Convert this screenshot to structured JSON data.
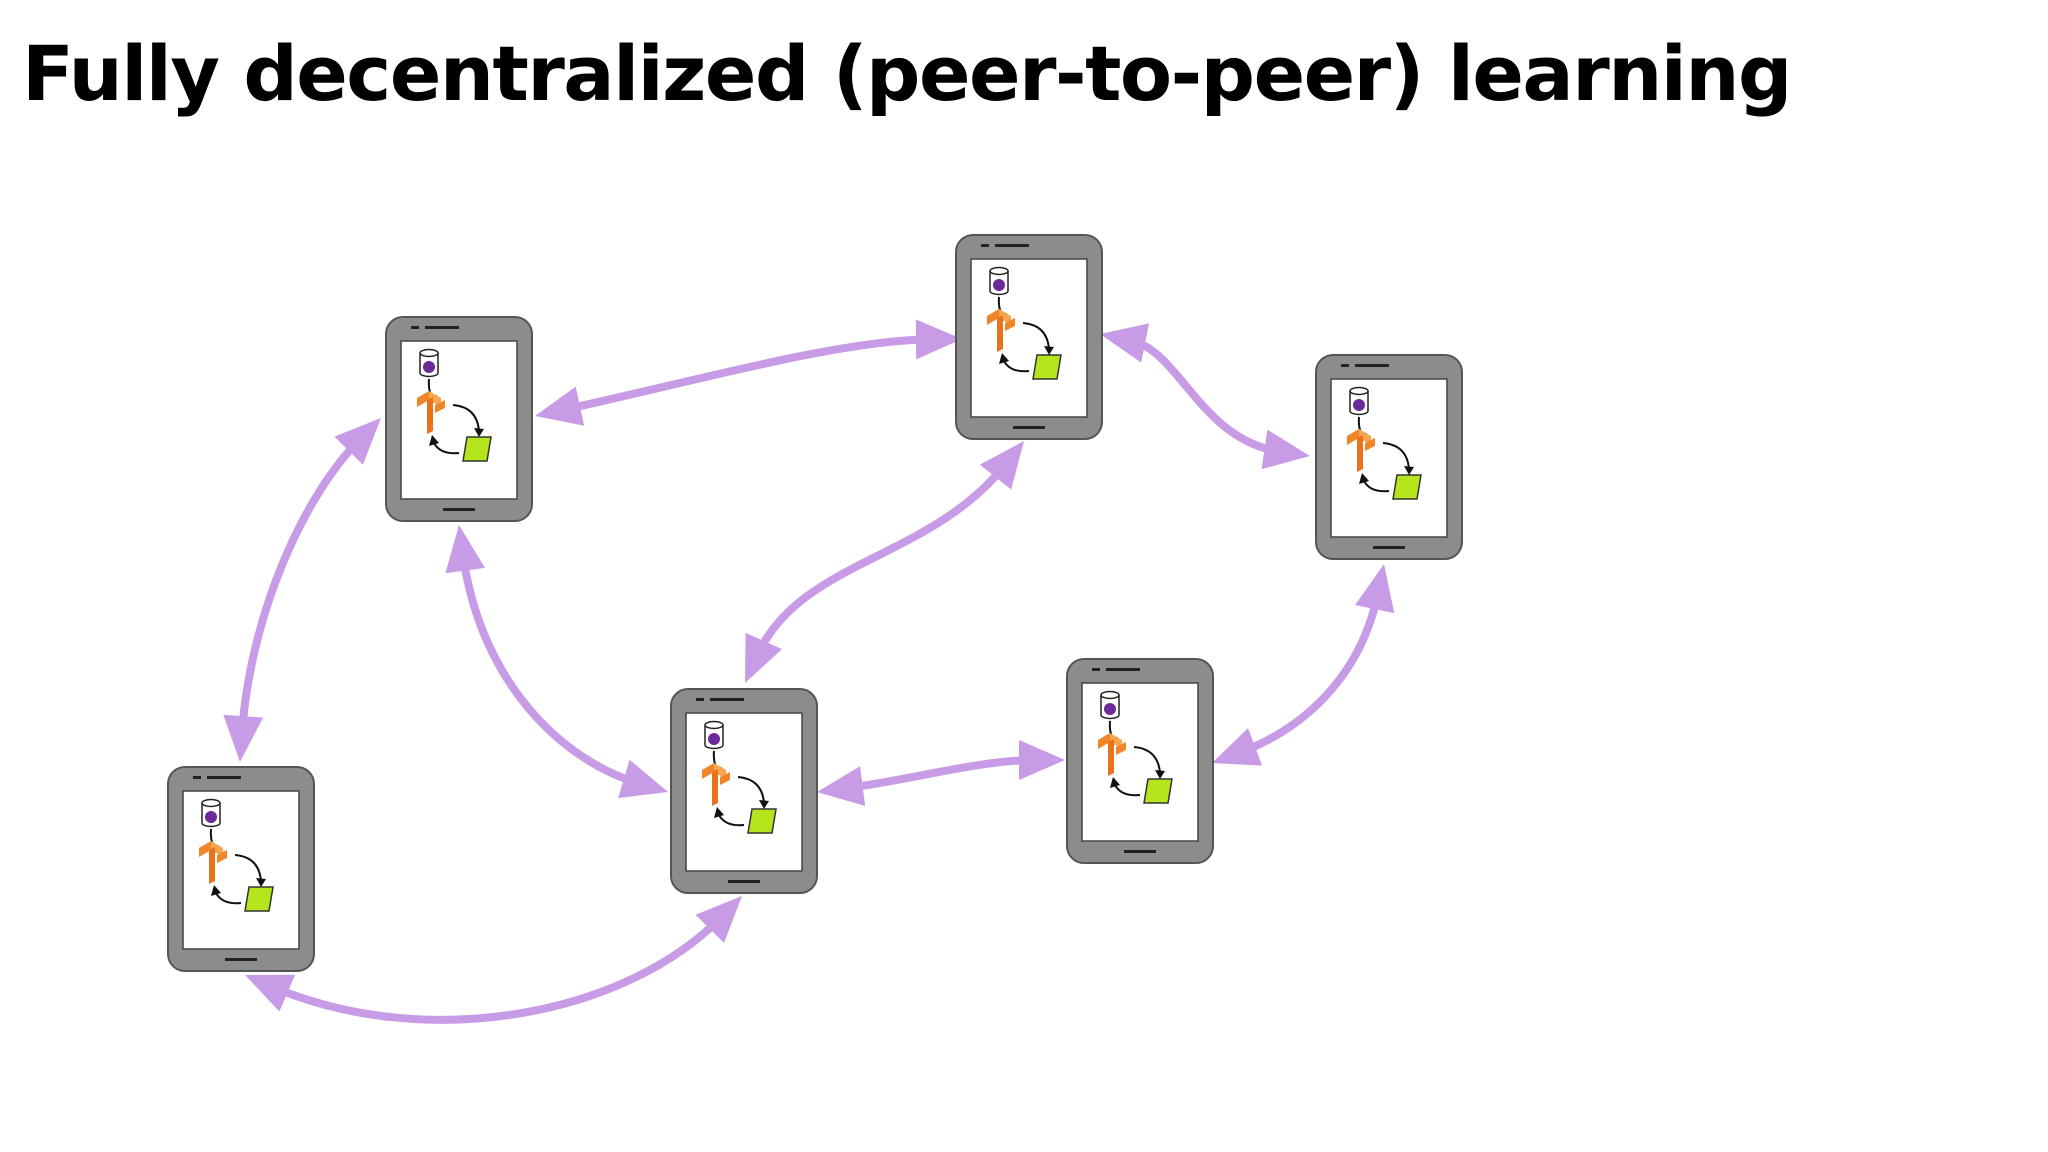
{
  "slide": {
    "title": "Fully decentralized (peer-to-peer) learning"
  },
  "diagram": {
    "nodes": [
      {
        "id": "phone-top-left"
      },
      {
        "id": "phone-top-center"
      },
      {
        "id": "phone-right"
      },
      {
        "id": "phone-center"
      },
      {
        "id": "phone-center-right"
      },
      {
        "id": "phone-bottom-left"
      }
    ],
    "edges": [
      {
        "from": "phone-top-left",
        "to": "phone-top-center",
        "bidirectional": true
      },
      {
        "from": "phone-top-center",
        "to": "phone-right",
        "bidirectional": true
      },
      {
        "from": "phone-top-left",
        "to": "phone-bottom-left",
        "bidirectional": true
      },
      {
        "from": "phone-top-left",
        "to": "phone-center",
        "bidirectional": true
      },
      {
        "from": "phone-top-center",
        "to": "phone-center",
        "bidirectional": true
      },
      {
        "from": "phone-right",
        "to": "phone-center-right",
        "bidirectional": true
      },
      {
        "from": "phone-center",
        "to": "phone-center-right",
        "bidirectional": true
      },
      {
        "from": "phone-bottom-left",
        "to": "phone-center",
        "bidirectional": true
      }
    ],
    "phone_contents": [
      "database-icon",
      "tensorflow-icon",
      "model-update-icon"
    ],
    "colors": {
      "arrow": "#c89be6",
      "phone_body": "#8c8c8c",
      "phone_outline": "#555555",
      "database_dot": "#6b2a99",
      "tensorflow": "#f0862a",
      "model_parameters": "#b5e61d"
    }
  }
}
